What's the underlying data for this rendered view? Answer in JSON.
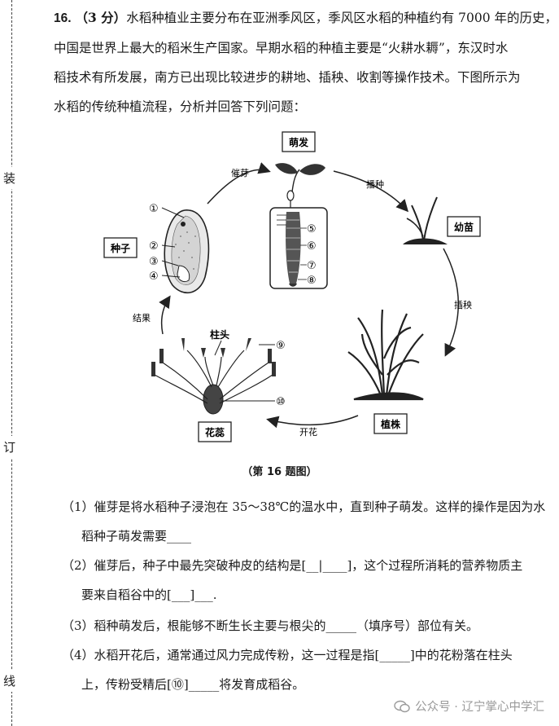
{
  "binding": {
    "top": "装",
    "middle": "订",
    "bottom": "线"
  },
  "question": {
    "number": "16.",
    "score": "（3 分）",
    "lines": [
      "水稻种植业主要分布在亚洲季风区，季风区水稻的种植约有 7000 年的历史，",
      "中国是世界上最大的稻米生产国家。早期水稻的种植主要是“火耕水耨”，东汉时水",
      "稻技术有所发展，南方已出现比较进步的耕地、插秧、收割等操作技术。下图所示为",
      "水稻的传统种植流程，分析并回答下列问题："
    ]
  },
  "diagram": {
    "stages": {
      "seed": "种子",
      "sprout": "萌发",
      "seedling": "幼苗",
      "plant": "植株",
      "flower": "花蕊"
    },
    "arrows": {
      "germinate": "催芽",
      "sow": "播种",
      "transplant": "插秧",
      "bloom": "开花",
      "fruit": "结果"
    },
    "stigma_label": "柱头",
    "markers": [
      "①",
      "②",
      "③",
      "④",
      "⑤",
      "⑥",
      "⑦",
      "⑧",
      "⑨",
      "⑩"
    ],
    "caption": "（第 16 题图）"
  },
  "sub_questions": [
    {
      "lines": [
        "（1）催芽是将水稻种子浸泡在 35～38℃的温水中，直到种子萌发。这样的操作是因为水",
        "稻种子萌发需要____"
      ]
    },
    {
      "lines": [
        "（2）催芽后，种子中最先突破种皮的结构是[__|____]，这个过程所消耗的营养物质主",
        "要来自稻谷中的[___]___."
      ]
    },
    {
      "lines": [
        "（3）稻种萌发后，根能够不断生长主要与根尖的_____（填序号）部位有关。"
      ]
    },
    {
      "lines": [
        "（4）水稻开花后，通常通过风力完成传粉，这一过程是指[_____]中的花粉落在柱头",
        "上，传粉受精后[⑩]_____将发育成稻谷。"
      ]
    }
  ],
  "watermark": {
    "text": "公众号 · 辽宁掌心中学汇"
  }
}
